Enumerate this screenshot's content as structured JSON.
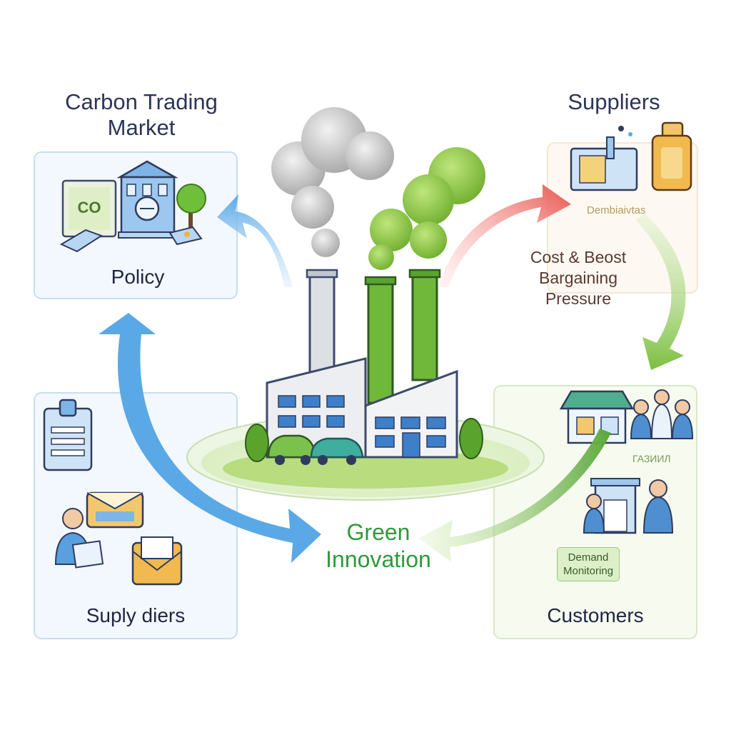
{
  "panels": {
    "carbon_market": {
      "title": "Carbon Trading\nMarket",
      "label": "Policy",
      "co_text": "CO"
    },
    "suppliers": {
      "title": "Suppliers",
      "faded_tag": "Dembiaivtas"
    },
    "supply_left": {
      "label": "Suply diers"
    },
    "customers": {
      "label": "Customers",
      "faded_tag": "ГАЗИИЛ",
      "tag": "Demand\nMonitoring"
    }
  },
  "center": {
    "pressure_text": "Cost & Beost\nBargaining\nPressure",
    "innovation_text": "Green\nInnovation"
  },
  "colors": {
    "navy": "#2b3558",
    "blue_arrow": "#5aa9e6",
    "green_arrow": "#7cbf3e",
    "red_arrow": "#e8554e",
    "panel_border_blue": "#c9dcf3",
    "panel_border_green": "#d9e8c5",
    "factory_green": "#6fb83a"
  }
}
